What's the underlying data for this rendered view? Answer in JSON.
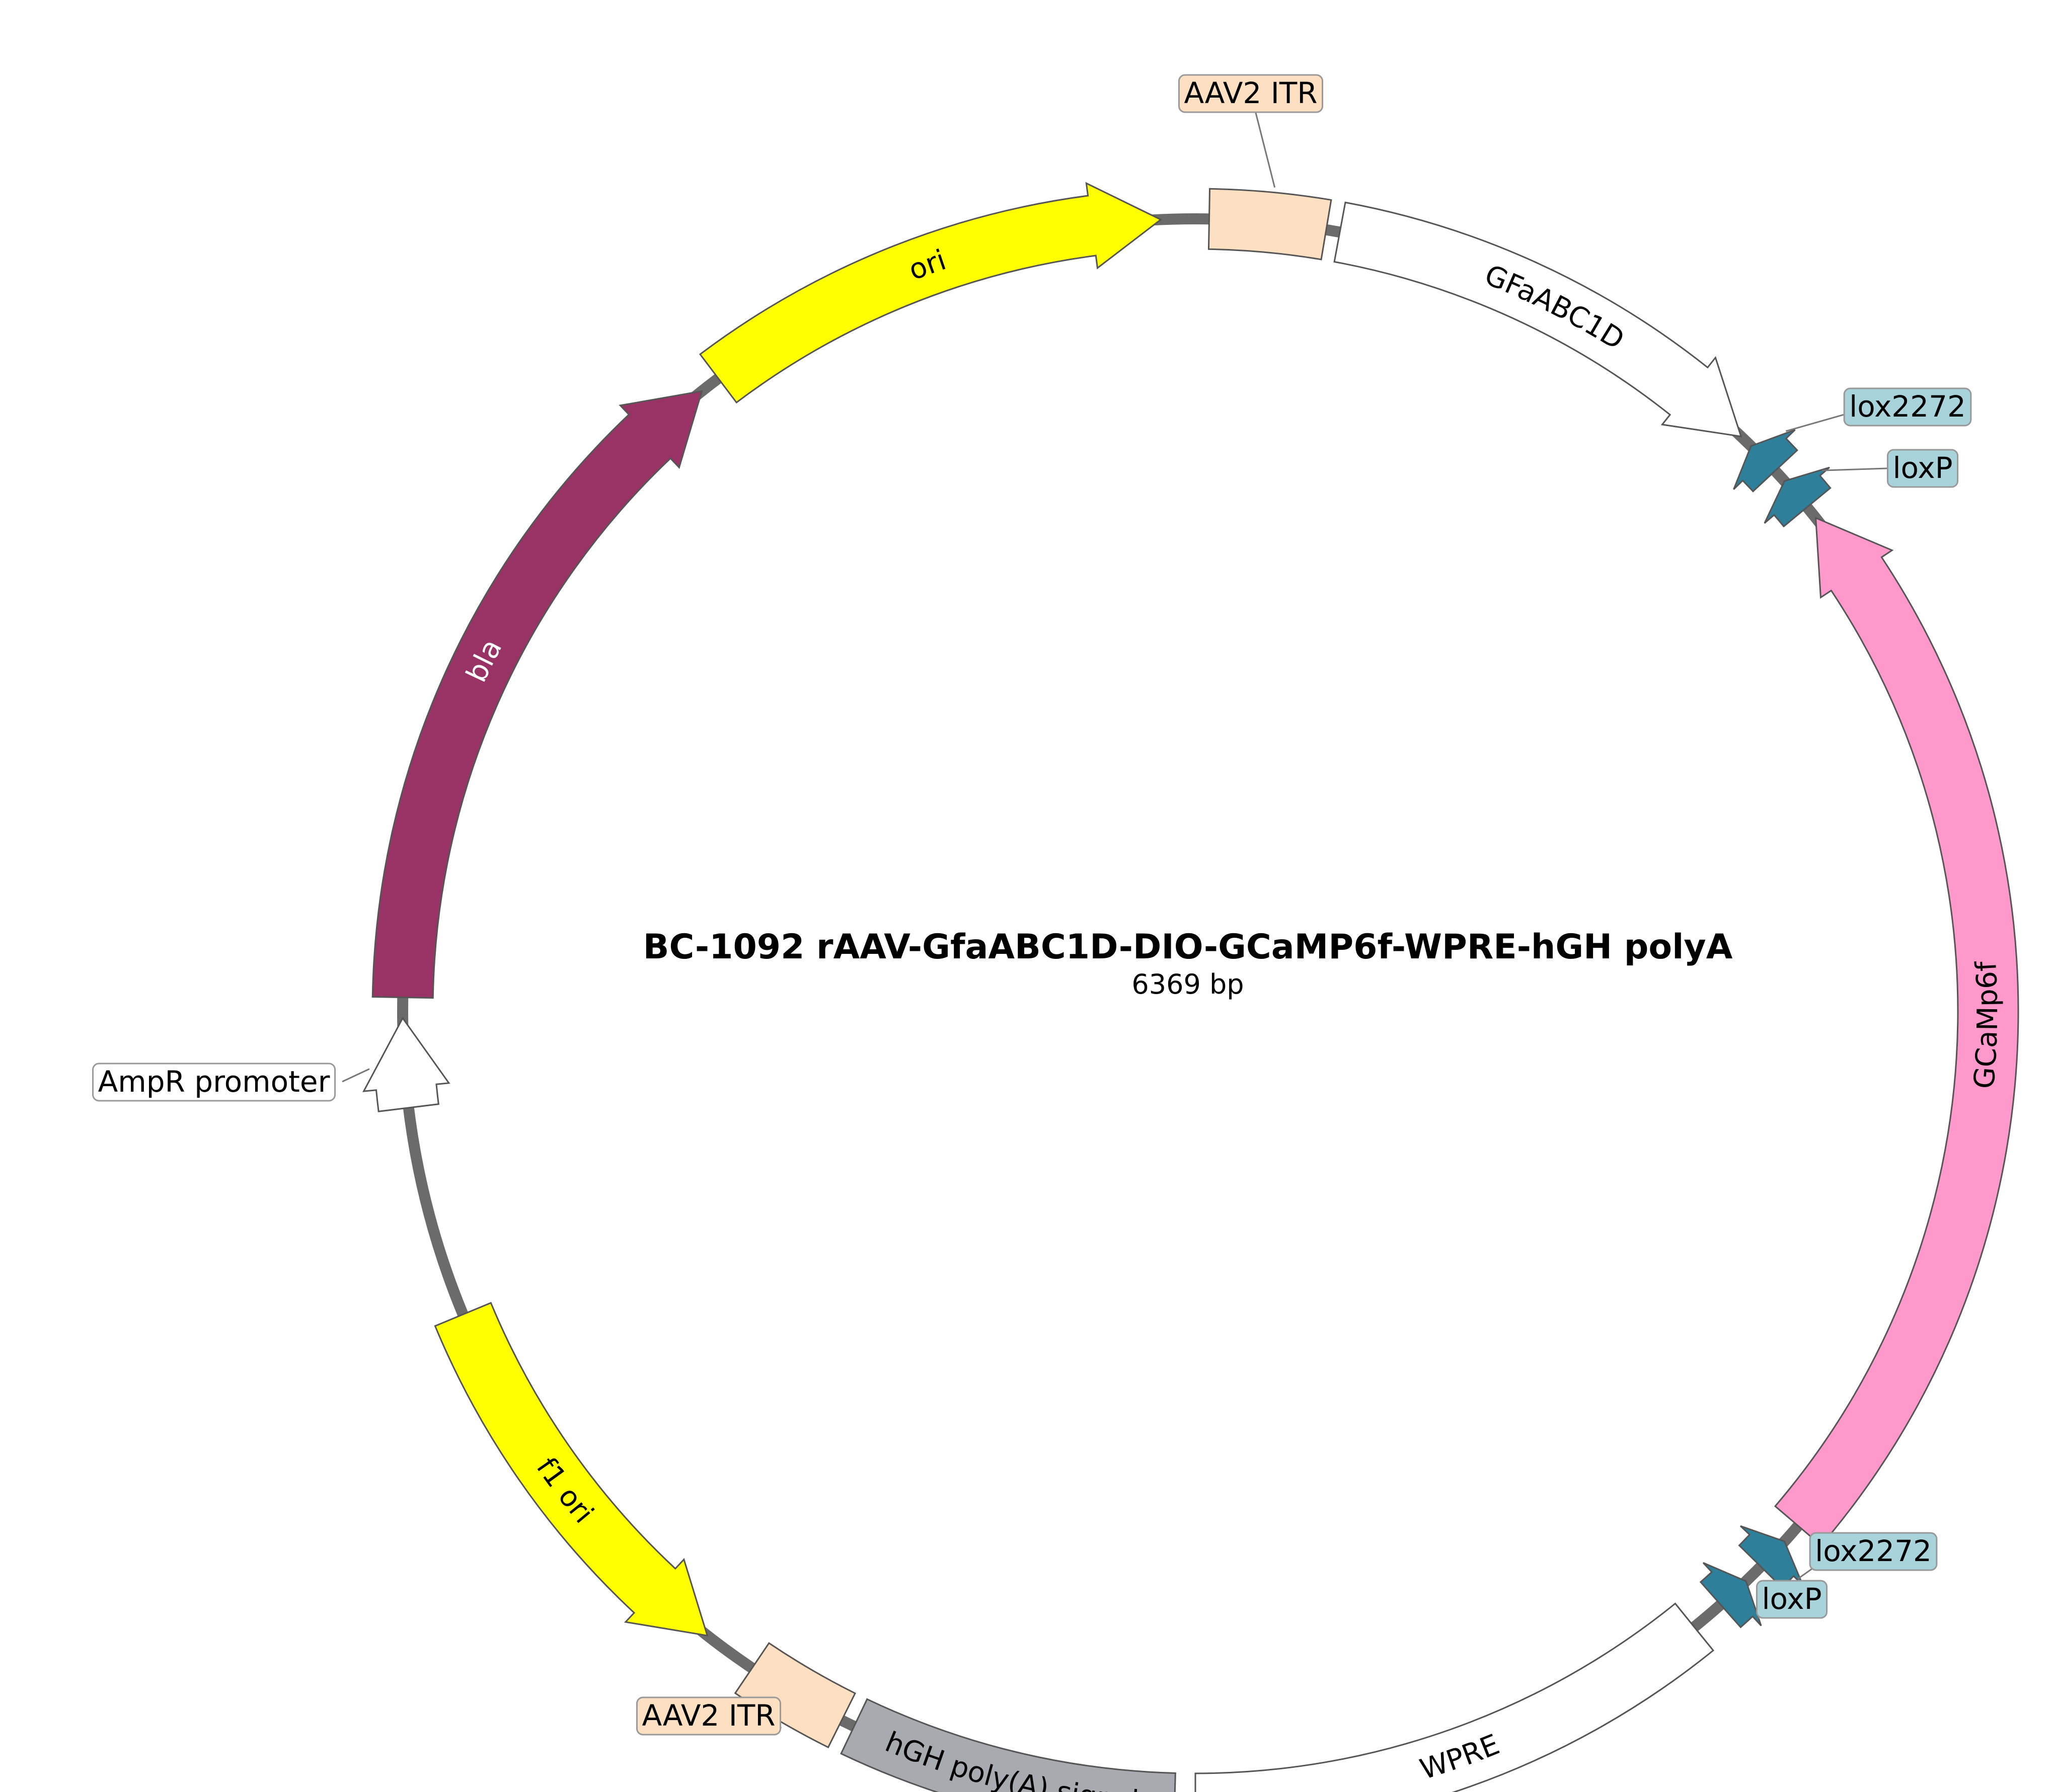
{
  "title": "BC-1092  rAAV-GfaABC1D-DIO-GCaMP6f-WPRE-hGH polyA",
  "length_label": "6369 bp",
  "colors": {
    "backbone": "#6b6b6b",
    "itr": "#fde0c1",
    "ori": "#ffff00",
    "bla": "#993366",
    "gcamp": "#ff99cc",
    "lox": "#2e7f99",
    "lox_label_bg": "#a8d3da",
    "hgh": "#a7aaaf",
    "white": "#ffffff"
  },
  "features": [
    {
      "id": "ori",
      "label": "ori",
      "color": "#ffff00",
      "direction": "cw",
      "label_inside": true,
      "light_text": false
    },
    {
      "id": "itr-top",
      "label": "AAV2 ITR",
      "color": "#fde0c1",
      "direction": "none",
      "callout": true
    },
    {
      "id": "gfaabc1d",
      "label": "GFaABC1D",
      "color": "#ffffff",
      "direction": "cw",
      "label_inside": true,
      "light_text": false
    },
    {
      "id": "lox2272-top",
      "label": "lox2272",
      "color": "#2e7f99",
      "direction": "ccw",
      "callout": true
    },
    {
      "id": "loxp-top",
      "label": "loxP",
      "color": "#2e7f99",
      "direction": "ccw",
      "callout": true
    },
    {
      "id": "gcamp6f",
      "label": "GCaMp6f",
      "color": "#ff99cc",
      "direction": "ccw",
      "label_inside": true,
      "light_text": false
    },
    {
      "id": "lox2272-bottom",
      "label": "lox2272",
      "color": "#2e7f99",
      "direction": "ccw",
      "callout": true
    },
    {
      "id": "loxp-bottom",
      "label": "loxP",
      "color": "#2e7f99",
      "direction": "ccw",
      "callout": true
    },
    {
      "id": "wpre",
      "label": "WPRE",
      "color": "#ffffff",
      "direction": "none",
      "label_inside": true,
      "light_text": false
    },
    {
      "id": "hgh-polya",
      "label": "hGH poly(A) signal",
      "color": "#a7aaaf",
      "direction": "none",
      "label_inside": true,
      "light_text": false
    },
    {
      "id": "itr-bottom",
      "label": "AAV2 ITR",
      "color": "#fde0c1",
      "direction": "none",
      "callout": true
    },
    {
      "id": "f1-ori",
      "label": "f1 ori",
      "color": "#ffff00",
      "direction": "ccw",
      "label_inside": true,
      "light_text": false
    },
    {
      "id": "ampr-promoter",
      "label": "AmpR promoter",
      "color": "#ffffff",
      "direction": "cw",
      "callout": true
    },
    {
      "id": "bla",
      "label": "bla",
      "color": "#993366",
      "direction": "cw",
      "label_inside": true,
      "light_text": true
    }
  ]
}
